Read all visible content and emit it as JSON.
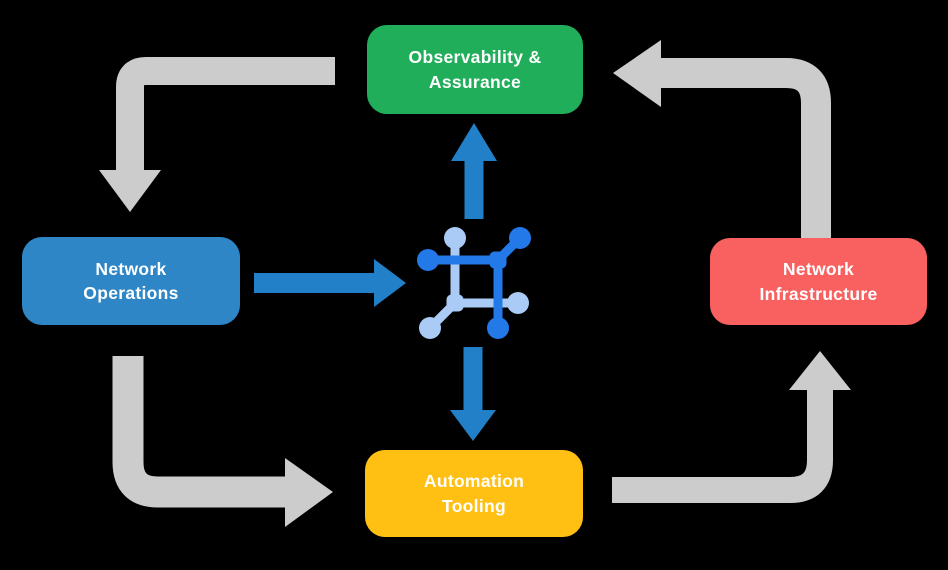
{
  "diagram": {
    "background": "#000000",
    "nodes": {
      "observability": {
        "label": "Observability &\nAssurance",
        "color": "#21AE5B"
      },
      "operations": {
        "label": "Network\nOperations",
        "color": "#2E86C6"
      },
      "infrastructure": {
        "label": "Network\nInfrastructure",
        "color": "#F96060"
      },
      "automation": {
        "label": "Automation\nTooling",
        "color": "#FFC013"
      }
    },
    "center_icon": {
      "name": "network-mesh-icon",
      "dark_color": "#2379E8",
      "light_color": "#A9CBF5"
    },
    "flows": {
      "cycle_color": "#CCCCCC",
      "cycle": [
        {
          "from": "observability",
          "to": "operations"
        },
        {
          "from": "operations",
          "to": "automation"
        },
        {
          "from": "automation",
          "to": "infrastructure"
        },
        {
          "from": "infrastructure",
          "to": "observability"
        }
      ],
      "center_color": "#2180C8",
      "center": [
        {
          "from": "operations",
          "to": "center-icon"
        },
        {
          "from": "center-icon",
          "to": "observability"
        },
        {
          "from": "center-icon",
          "to": "automation"
        }
      ]
    }
  }
}
